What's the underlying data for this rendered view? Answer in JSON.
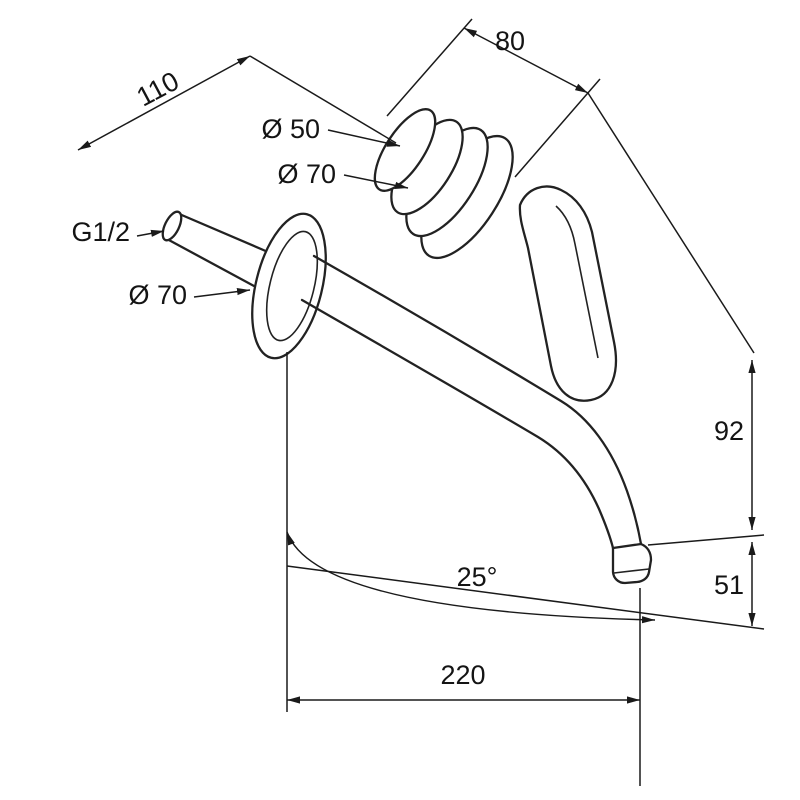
{
  "meta": {
    "background": "#ffffff",
    "line_color": "#222222",
    "drawing_type": "wall-mounted basin mixer dimension drawing"
  },
  "dimensions": {
    "body_depth": "80",
    "inlet_length": "110",
    "cartridge_diameter": "Ø 50",
    "handle_escutcheon_diameter": "Ø 70",
    "inlet_thread": "G1/2",
    "spout_escutcheon_diameter": "Ø 70",
    "handle_drop_height": "92",
    "outlet_clearance": "51",
    "spout_angle": "25°",
    "spout_reach": "220"
  }
}
